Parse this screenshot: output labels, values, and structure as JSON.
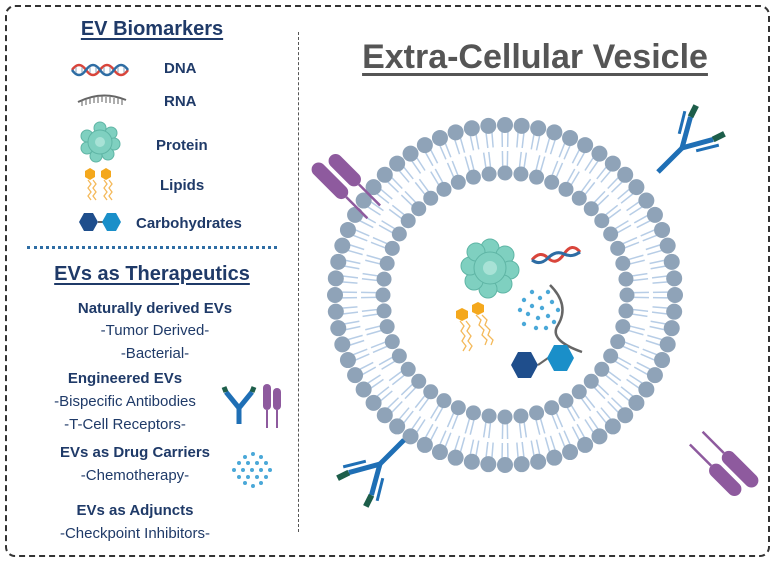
{
  "title": "Extra-Cellular Vesicle",
  "biomarkers": {
    "heading": "EV Biomarkers",
    "items": [
      {
        "label": "DNA",
        "icon": "dna-helix-icon"
      },
      {
        "label": "RNA",
        "icon": "rna-strand-icon"
      },
      {
        "label": "Protein",
        "icon": "protein-blob-icon"
      },
      {
        "label": "Lipids",
        "icon": "lipid-molecule-icon"
      },
      {
        "label": "Carbohydrates",
        "icon": "carbohydrate-hexagon-icon"
      }
    ]
  },
  "therapeutics": {
    "heading": "EVs as Therapeutics",
    "groups": [
      {
        "title": "Naturally derived EVs",
        "items": [
          "-Tumor Derived-",
          "-Bacterial-"
        ]
      },
      {
        "title": "Engineered EVs",
        "items": [
          "-Bispecific Antibodies",
          "-T-Cell Receptors-"
        ]
      },
      {
        "title": "EVs as Drug Carriers",
        "items": [
          "-Chemotherapy-"
        ]
      },
      {
        "title": "EVs as Adjuncts",
        "items": [
          "-Checkpoint Inhibitors-"
        ]
      }
    ]
  },
  "colors": {
    "text": "#1f3a68",
    "title": "#555555",
    "membrane_head": "#8fa3b8",
    "membrane_tail": "#b7cde6",
    "dna_red": "#d9453b",
    "dna_blue": "#2e6da4",
    "protein": "#7fd0c0",
    "lipid_head": "#f4a81d",
    "carb_dark": "#1f4e8c",
    "carb_light": "#1a8fc9",
    "antibody_blue": "#1f6fb5",
    "antibody_green": "#1d5e4a",
    "receptor_purple": "#8e5a9e",
    "drug_dots": "#4aa8d8"
  }
}
